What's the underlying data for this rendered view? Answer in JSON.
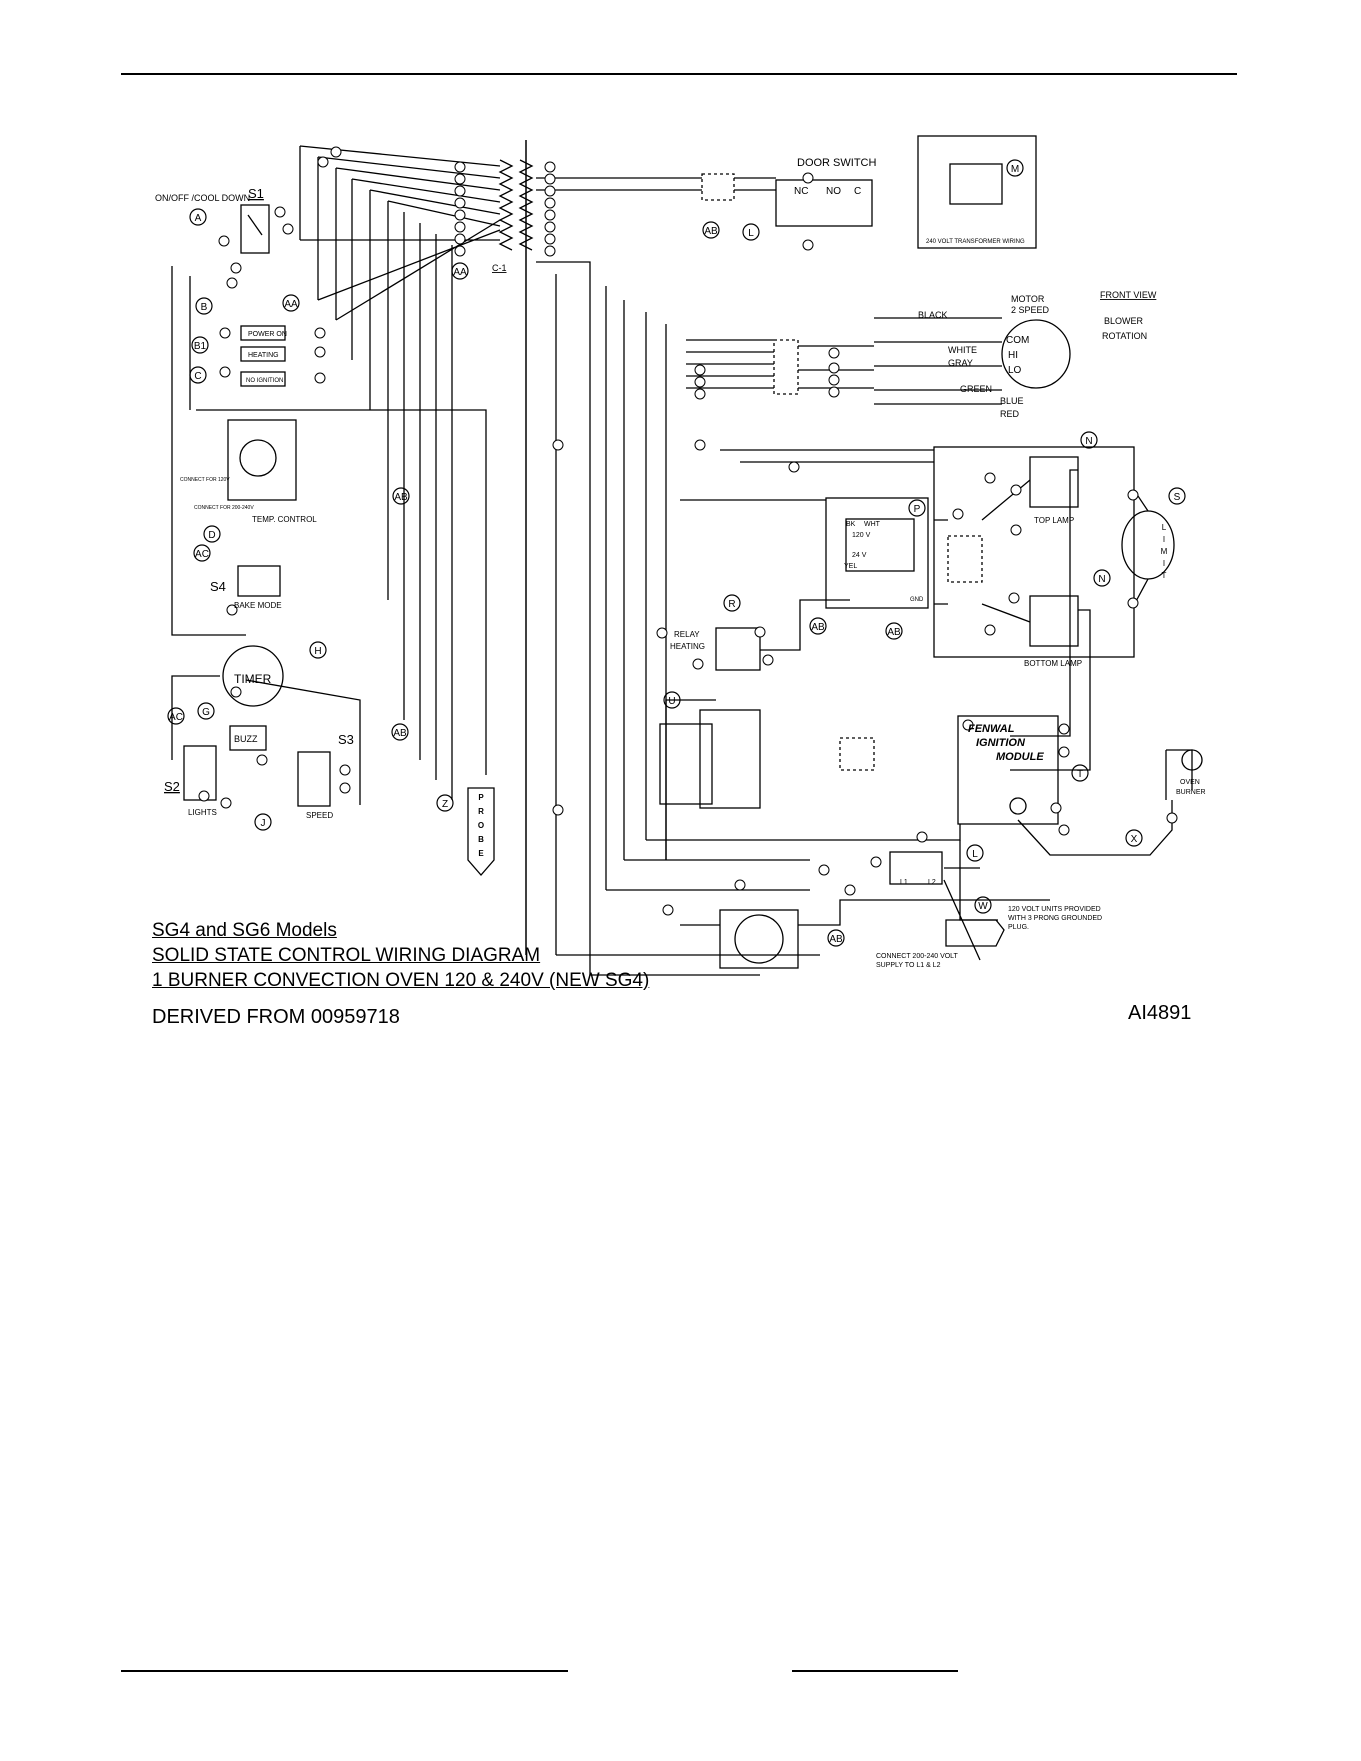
{
  "title_lines": [
    "SG4 and SG6 Models",
    "SOLID STATE CONTROL WIRING DIAGRAM",
    "1 BURNER CONVECTION OVEN 120 & 240V (NEW SG4)"
  ],
  "derived_from": "DERIVED FROM 00959718",
  "drawing_number": "AI4891",
  "labels": {
    "on_off": "ON/OFF /COOL DOWN",
    "s1": "S1",
    "s2": "S2",
    "s3": "S3",
    "s4": "S4",
    "door_switch": "DOOR SWITCH",
    "nc": "NC",
    "no": "NO",
    "c": "C",
    "transformer_240": "240 VOLT TRANSFORMER WIRING",
    "motor": "MOTOR",
    "two_speed": "2 SPEED",
    "front_view": "FRONT VIEW",
    "blower": "BLOWER",
    "rotation": "ROTATION",
    "black": "BLACK",
    "white": "WHITE",
    "gray": "GRAY",
    "green": "GREEN",
    "blue": "BLUE",
    "red": "RED",
    "com": "COM",
    "hi": "HI",
    "lo": "LO",
    "power_on": "POWER ON",
    "heating": "HEATING",
    "no_ignition": "NO IGNITION",
    "temp_control": "TEMP. CONTROL",
    "connect_120": "CONNECT FOR 120V",
    "connect_240": "CONNECT FOR 200-240V",
    "bake_mode": "BAKE MODE",
    "timer": "TIMER",
    "buzz": "BUZZ",
    "lights": "LIGHTS",
    "speed": "SPEED",
    "probe": "PROBE",
    "c1": "C-1",
    "relay": "RELAY",
    "heating_relay": "HEATING",
    "bk": "BK",
    "wht": "WHT",
    "v120": "120 V",
    "v24": "24 V",
    "yel": "YEL",
    "gnd": "GND",
    "top_lamp": "TOP LAMP",
    "bottom_lamp": "BOTTOM LAMP",
    "limit": "LIMIT",
    "fenwal": "FENWAL",
    "ignition": "IGNITION",
    "module": "MODULE",
    "oven": "OVEN",
    "burner": "BURNER",
    "l1": "L1",
    "l2": "L2",
    "units_120": [
      "120 VOLT UNITS PROVIDED",
      "WITH 3 PRONG GROUNDED",
      "PLUG."
    ],
    "connect_supply": [
      "CONNECT 200-240 VOLT",
      "SUPPLY TO L1 & L2"
    ]
  },
  "callouts": [
    "A",
    "AA",
    "AB",
    "AC",
    "B",
    "B1",
    "C",
    "D",
    "G",
    "H",
    "J",
    "L",
    "M",
    "N",
    "P",
    "R",
    "S",
    "T",
    "U",
    "W",
    "X",
    "Z"
  ]
}
